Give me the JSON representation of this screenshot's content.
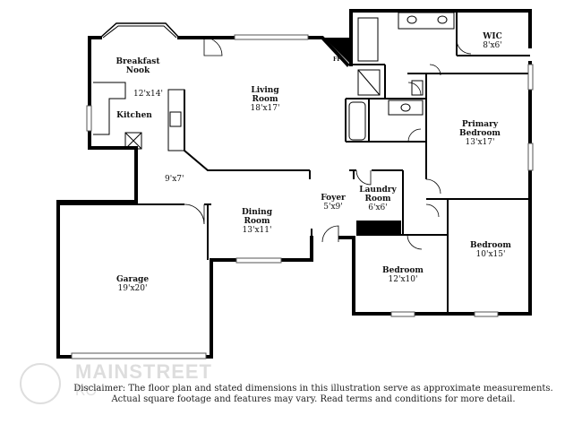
{
  "rooms": {
    "breakfast_nook": {
      "name": "Breakfast\nNook",
      "dims": "12'x14'"
    },
    "kitchen": {
      "name": "Kitchen"
    },
    "living_room": {
      "name": "Living\nRoom",
      "dims": "18'x17'"
    },
    "hall": {
      "dims": "9'x7'"
    },
    "dining_room": {
      "name": "Dining\nRoom",
      "dims": "13'x11'"
    },
    "foyer": {
      "name": "Foyer",
      "dims": "5'x9'"
    },
    "laundry_room": {
      "name": "Laundry\nRoom",
      "dims": "6'x6'"
    },
    "primary_bedroom": {
      "name": "Primary\nBedroom",
      "dims": "13'x17'"
    },
    "wic": {
      "name": "WIC",
      "dims": "8'x6'"
    },
    "bedroom_right": {
      "name": "Bedroom",
      "dims": "10'x15'"
    },
    "bedroom_center": {
      "name": "Bedroom",
      "dims": "12'x10'"
    },
    "garage": {
      "name": "Garage",
      "dims": "19'x20'"
    },
    "fireplace": {
      "name": "FP"
    }
  },
  "disclaimer": {
    "line1": "Disclaimer: The floor plan and stated dimensions in this illustration serve as approximate measurements.",
    "line2": "Actual square footage and features may vary. Read terms and conditions for more detail."
  },
  "watermark": {
    "text": "MAINSTREET",
    "sub": "RO"
  }
}
